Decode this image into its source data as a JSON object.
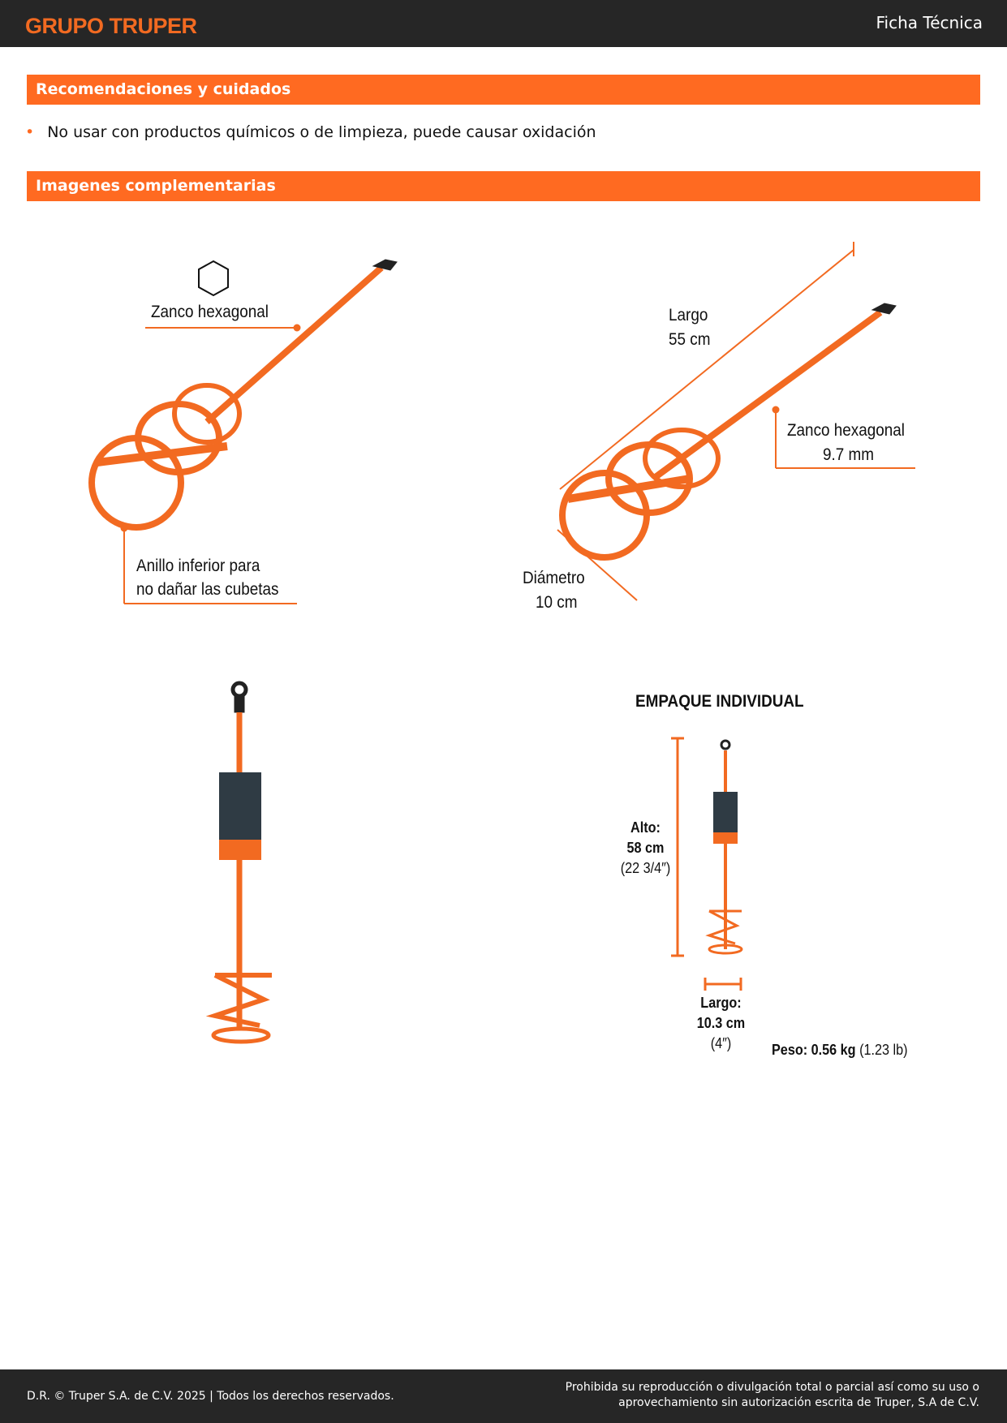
{
  "header": {
    "logo": "GRUPO TRUPER",
    "title": "Ficha Técnica"
  },
  "sections": {
    "recommendations": {
      "title": "Recomendaciones y cuidados",
      "items": [
        "No usar con productos químicos o de limpieza, puede causar oxidación"
      ]
    },
    "images": {
      "title": "Imagenes complementarias"
    }
  },
  "figure1": {
    "shank_label": "Zanco hexagonal",
    "ring_label_1": "Anillo inferior para",
    "ring_label_2": "no dañar las cubetas"
  },
  "figure2": {
    "length_label": "Largo",
    "length_value": "55 cm",
    "shank_label": "Zanco hexagonal",
    "shank_value": "9.7 mm",
    "diameter_label": "Diámetro",
    "diameter_value": "10 cm"
  },
  "packaging": {
    "title": "EMPAQUE INDIVIDUAL",
    "height_label": "Alto:",
    "height_cm": "58 cm",
    "height_in": "(22 3/4″)",
    "length_label": "Largo:",
    "length_cm": "10.3 cm",
    "length_in": "(4″)",
    "weight_label": "Peso:",
    "weight_kg": "0.56 kg",
    "weight_lb": "(1.23 lb)"
  },
  "footer": {
    "copyright": "D.R. © Truper S.A. de C.V. 2025 | Todos los derechos reservados.",
    "legal_1": "Prohibida su reproducción o divulgación total o parcial así como su uso o",
    "legal_2": "aprovechamiento sin autorización escrita de Truper, S.A de C.V."
  },
  "colors": {
    "accent": "#ff6a21",
    "dark": "#262626"
  }
}
